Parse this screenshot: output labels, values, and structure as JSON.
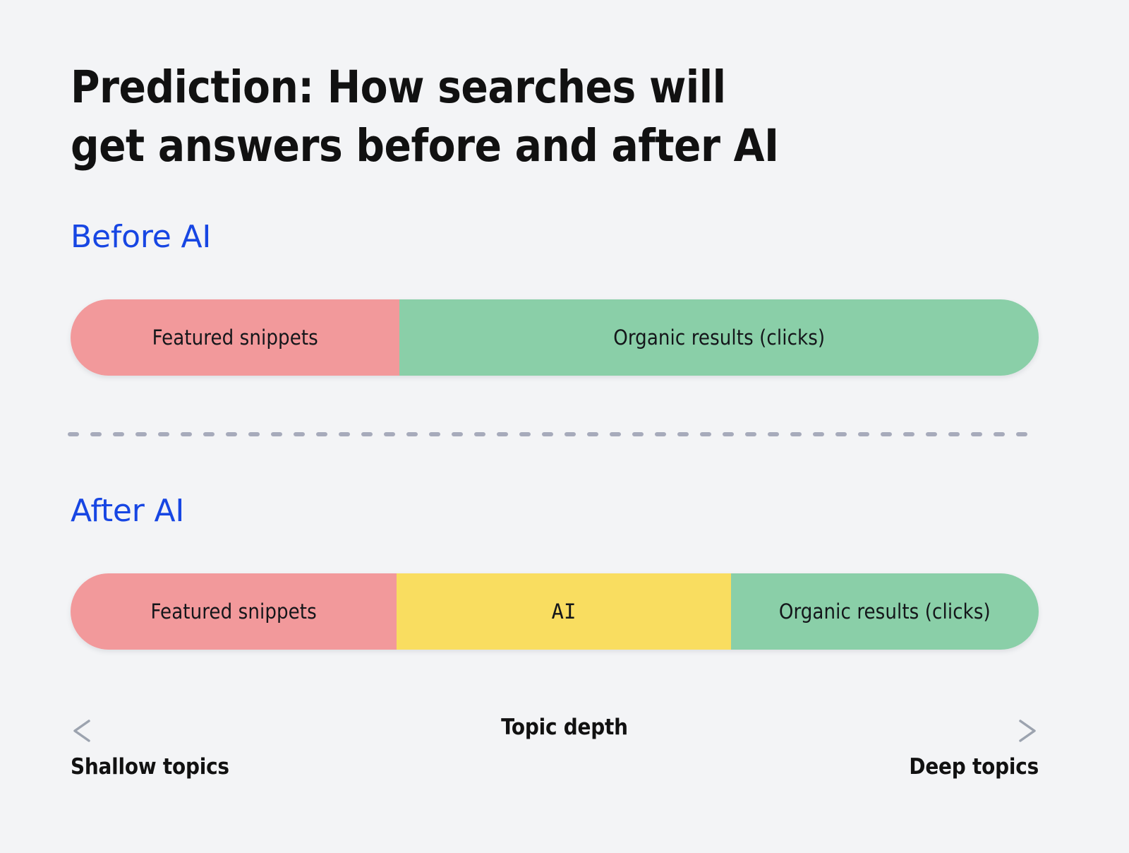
{
  "title": "Prediction: How searches will\nget answers before and after AI",
  "colors": {
    "background": "#f3f4f6",
    "heading_blue": "#1746e3",
    "snippets_pink": "#f2999b",
    "organic_green": "#8acfa8",
    "ai_yellow": "#f9dd60",
    "text_black": "#111111",
    "axis_gray": "#9ca3af",
    "divider_gray": "#a7abbb"
  },
  "sections": [
    {
      "heading": "Before AI",
      "segments": [
        {
          "label": "Featured snippets",
          "color": "#f2999b",
          "width_pct": 34.0,
          "name": "featured-snippets"
        },
        {
          "label": "Organic results (clicks)",
          "color": "#8acfa8",
          "width_pct": 66.0,
          "name": "organic-results"
        }
      ]
    },
    {
      "heading": "After AI",
      "segments": [
        {
          "label": "Featured snippets",
          "color": "#f2999b",
          "width_pct": 33.7,
          "name": "featured-snippets"
        },
        {
          "label": "AI",
          "color": "#f9dd60",
          "width_pct": 34.5,
          "name": "ai"
        },
        {
          "label": "Organic results (clicks)",
          "color": "#8acfa8",
          "width_pct": 31.8,
          "name": "organic-results"
        }
      ]
    }
  ],
  "axis": {
    "center_label": "Topic depth",
    "left_label": "Shallow topics",
    "right_label": "Deep topics"
  },
  "chart_data": {
    "type": "bar",
    "title": "Prediction: How searches will get answers before and after AI",
    "xlabel": "Topic depth",
    "ylabel": "",
    "orientation": "horizontal-stacked",
    "x_axis_range_labels": [
      "Shallow topics",
      "Deep topics"
    ],
    "categories": [
      "Before AI",
      "After AI"
    ],
    "series": [
      {
        "name": "Featured snippets",
        "color": "#f2999b",
        "values": [
          34.0,
          33.7
        ]
      },
      {
        "name": "AI",
        "color": "#f9dd60",
        "values": [
          0,
          34.5
        ]
      },
      {
        "name": "Organic results (clicks)",
        "color": "#8acfa8",
        "values": [
          66.0,
          31.8
        ]
      }
    ],
    "units": "percent of topic-depth spectrum",
    "grid": false,
    "legend": "none (inline segment labels)"
  }
}
